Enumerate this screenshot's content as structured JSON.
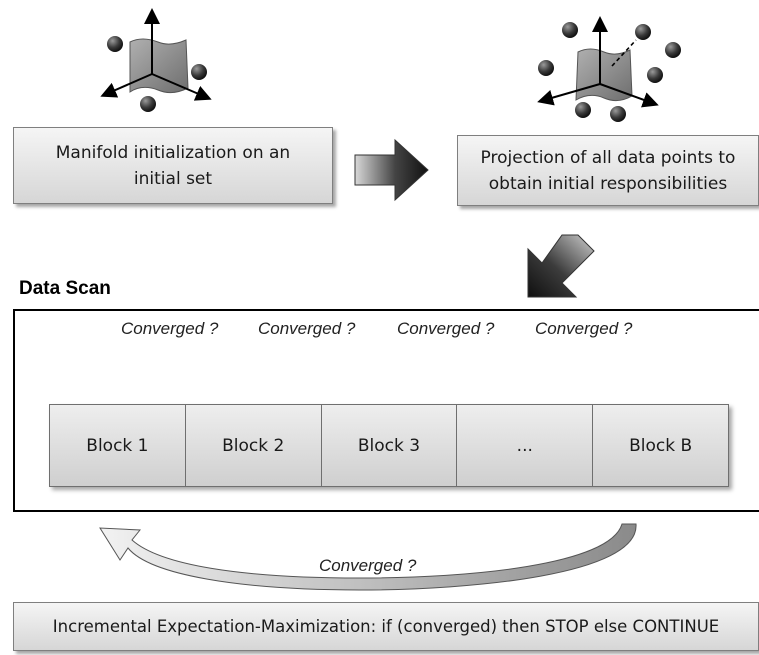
{
  "steps": {
    "init_label": "Manifold initialization on an initial set",
    "projection_label": "Projection of all data points to obtain initial responsibilities"
  },
  "data_scan": {
    "title": "Data Scan",
    "blocks": [
      "Block 1",
      "Block 2",
      "Block 3",
      "...",
      "Block B"
    ],
    "transition_labels": [
      "Converged ?",
      "Converged ?",
      "Converged ?",
      "Converged ?"
    ],
    "global_loop_label": "Converged ?"
  },
  "footer": {
    "iem_label": "Incremental Expectation-Maximization: if (converged) then STOP else CONTINUE"
  },
  "colors": {
    "box_fill_top": "#f5f5f5",
    "box_fill_bottom": "#d6d6d6",
    "border": "#7f7f7f",
    "arrow_dark": "#1a1a1a",
    "sphere": "#3a3a3a",
    "manifold": "#8c8c8c"
  },
  "icons": [
    "manifold-axes-icon",
    "manifold-projection-icon",
    "arrow-right-icon",
    "arrow-down-left-icon",
    "curved-arrow-icon",
    "loop-back-arrow-icon"
  ]
}
